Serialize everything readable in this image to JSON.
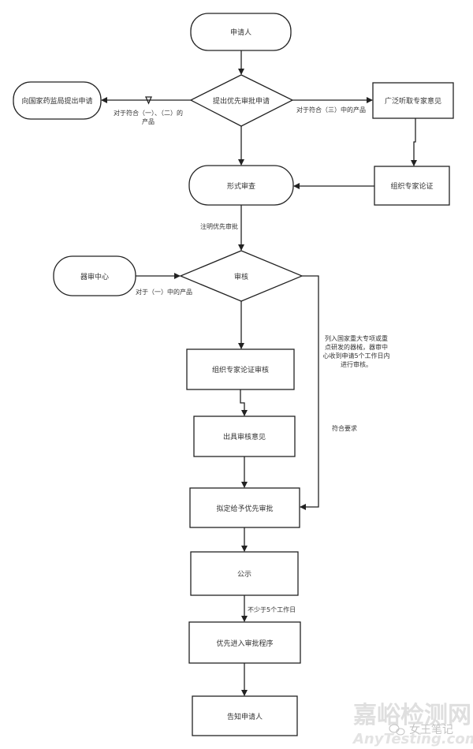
{
  "nodes": {
    "applicant": "申请人",
    "submit_priority": "提出优先审批申请",
    "nmpa_apply": "向国家药监局提出申请",
    "solicit_experts": "广泛听取专家意见",
    "organize_experts": "组织专家论证",
    "formal_review": "形式审查",
    "device_center": "器审中心",
    "review": "审核",
    "expert_review": "组织专家论证审核",
    "issue_opinion": "出具审核意见",
    "propose_priority": "拟定给予优先审批",
    "publicity": "公示",
    "enter_procedure": "优先进入审批程序",
    "notify_applicant": "告知申请人"
  },
  "edge_labels": {
    "to_nmpa_line1": "对于符合（一）、（二）的",
    "to_nmpa_line2": "产品",
    "to_experts": "对于符合（三）中的产品",
    "mark_priority": "注明优先审批",
    "from_center": "对于（一）中的产品",
    "bypass_line1": "列入国家重大专项或重",
    "bypass_line2": "点研发的器械，器审中",
    "bypass_line3": "心收到申请5个工作日内",
    "bypass_line4": "进行审核。",
    "meets_requirements": "符合要求",
    "min_days": "不少于5个工作日"
  },
  "watermark": {
    "site_cn": "嘉峪检测网",
    "site_en": "AnyTesting.com",
    "account": "女王笔记"
  }
}
